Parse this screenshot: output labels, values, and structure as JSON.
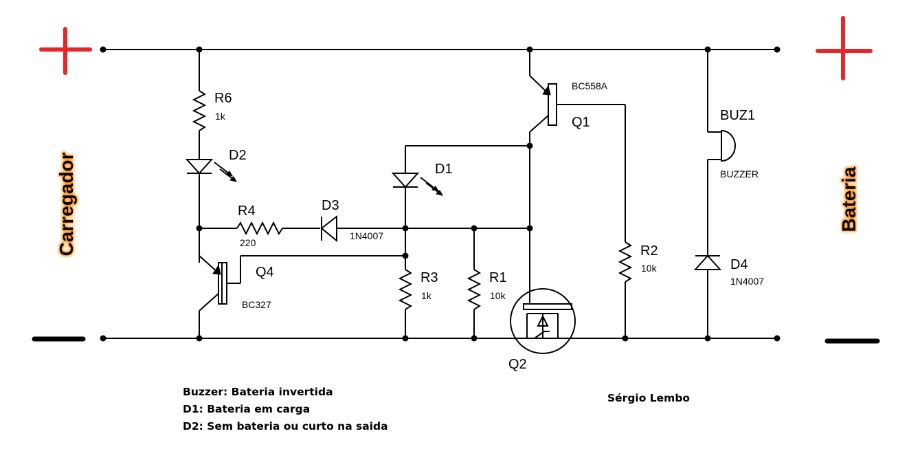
{
  "side_labels": {
    "left": "Carregador",
    "right": "Bateria"
  },
  "colors": {
    "plus_sign": "#e8262a",
    "minus_sign": "#000000",
    "wire": "#000000",
    "label_glow": "#ff9d2a"
  },
  "components": {
    "R6": {
      "name": "R6",
      "value": "1k"
    },
    "D2": {
      "name": "D2"
    },
    "R4": {
      "name": "R4",
      "value": "220"
    },
    "D3": {
      "name": "D3",
      "value": "1N4007"
    },
    "D1": {
      "name": "D1"
    },
    "Q4": {
      "name": "Q4",
      "value": "BC327"
    },
    "R3": {
      "name": "R3",
      "value": "1k"
    },
    "R1": {
      "name": "R1",
      "value": "10k"
    },
    "Q2": {
      "name": "Q2"
    },
    "Q1": {
      "name": "Q1",
      "value": "BC558A"
    },
    "R2": {
      "name": "R2",
      "value": "10k"
    },
    "BUZ1": {
      "name": "BUZ1",
      "value": "BUZZER"
    },
    "D4": {
      "name": "D4",
      "value": "1N4007"
    }
  },
  "legend": [
    "Buzzer: Bateria invertida",
    "D1: Bateria em carga",
    "D2: Sem bateria ou curto na saida"
  ],
  "author": "Sérgio Lembo"
}
